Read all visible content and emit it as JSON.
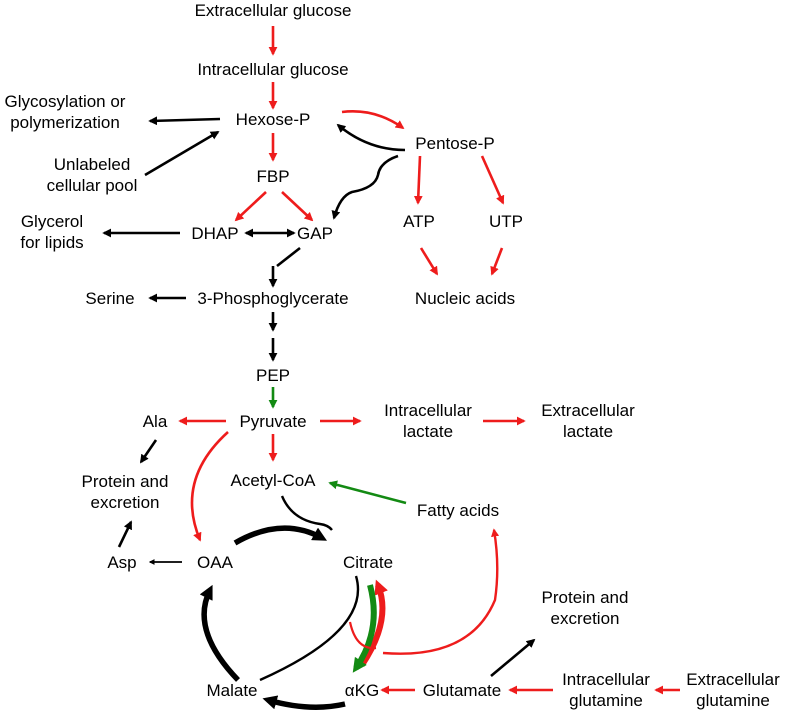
{
  "colors": {
    "red": "#ee1c1c",
    "black": "#000000",
    "green": "#138a13"
  },
  "nodes": {
    "extracellular_glucose": "Extracellular glucose",
    "intracellular_glucose": "Intracellular glucose",
    "glycosylation_1": "Glycosylation or",
    "glycosylation_2": "polymerization",
    "hexose_p": "Hexose-P",
    "pentose_p": "Pentose-P",
    "unlabeled_1": "Unlabeled",
    "unlabeled_2": "cellular pool",
    "fbp": "FBP",
    "glycerol_1": "Glycerol",
    "glycerol_2": "for lipids",
    "dhap": "DHAP",
    "gap": "GAP",
    "atp": "ATP",
    "utp": "UTP",
    "serine": "Serine",
    "phosphoglycerate": "3-Phosphoglycerate",
    "nucleic_acids": "Nucleic acids",
    "pep": "PEP",
    "ala": "Ala",
    "pyruvate": "Pyruvate",
    "intracellular_lactate_1": "Intracellular",
    "intracellular_lactate_2": "lactate",
    "extracellular_lactate_1": "Extracellular",
    "extracellular_lactate_2": "lactate",
    "protein_excretion_left_1": "Protein and",
    "protein_excretion_left_2": "excretion",
    "acetyl_coa": "Acetyl-CoA",
    "fatty_acids": "Fatty acids",
    "asp": "Asp",
    "oaa": "OAA",
    "citrate": "Citrate",
    "protein_excretion_right_1": "Protein and",
    "protein_excretion_right_2": "excretion",
    "malate": "Malate",
    "akg": "αKG",
    "glutamate": "Glutamate",
    "intracellular_glutamine_1": "Intracellular",
    "intracellular_glutamine_2": "glutamine",
    "extracellular_glutamine_1": "Extracellular",
    "extracellular_glutamine_2": "glutamine"
  }
}
